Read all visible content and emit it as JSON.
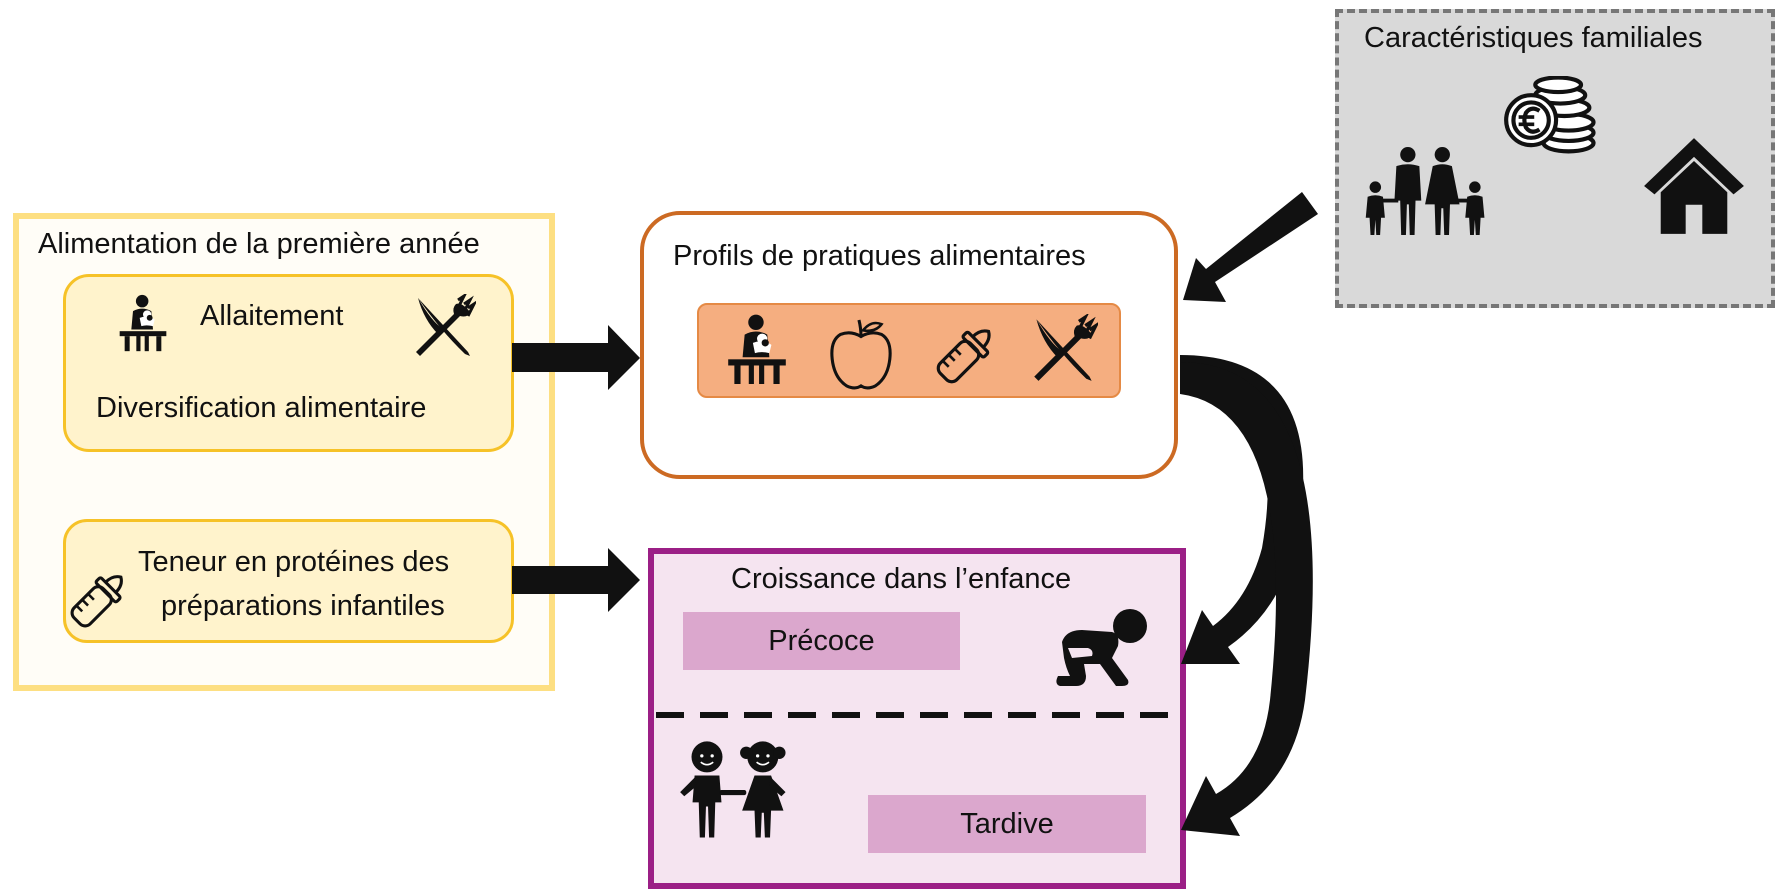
{
  "first_year": {
    "title": "Alimentation de la première année",
    "breastfeeding_label": "Allaitement",
    "diversification_label": "Diversification alimentaire",
    "protein_line1": "Teneur en protéines des",
    "protein_line2": "préparations infantiles"
  },
  "profiles": {
    "title": "Profils de pratiques alimentaires",
    "icons": [
      "breastfeeding-icon",
      "apple-icon",
      "baby-bottle-icon",
      "fork-knife-icon"
    ]
  },
  "family": {
    "title": "Caractéristiques familiales",
    "icons": [
      "euro-coins-icon",
      "family-icon",
      "house-icon"
    ]
  },
  "growth": {
    "title": "Croissance dans l’enfance",
    "early_label": "Précoce",
    "late_label": "Tardive",
    "icons": [
      "crawling-baby-icon",
      "children-icon"
    ]
  },
  "colors": {
    "first_year_border": "#fddf82",
    "inner_yellow_fill": "#fff3cc",
    "inner_yellow_border": "#f6c228",
    "profiles_border": "#cc6a23",
    "profiles_inner_fill": "#f5ae80",
    "family_fill": "#d9d9d9",
    "growth_border": "#9b1f86",
    "growth_fill": "#f5e4f0",
    "growth_tag_fill": "#dba7cd"
  }
}
